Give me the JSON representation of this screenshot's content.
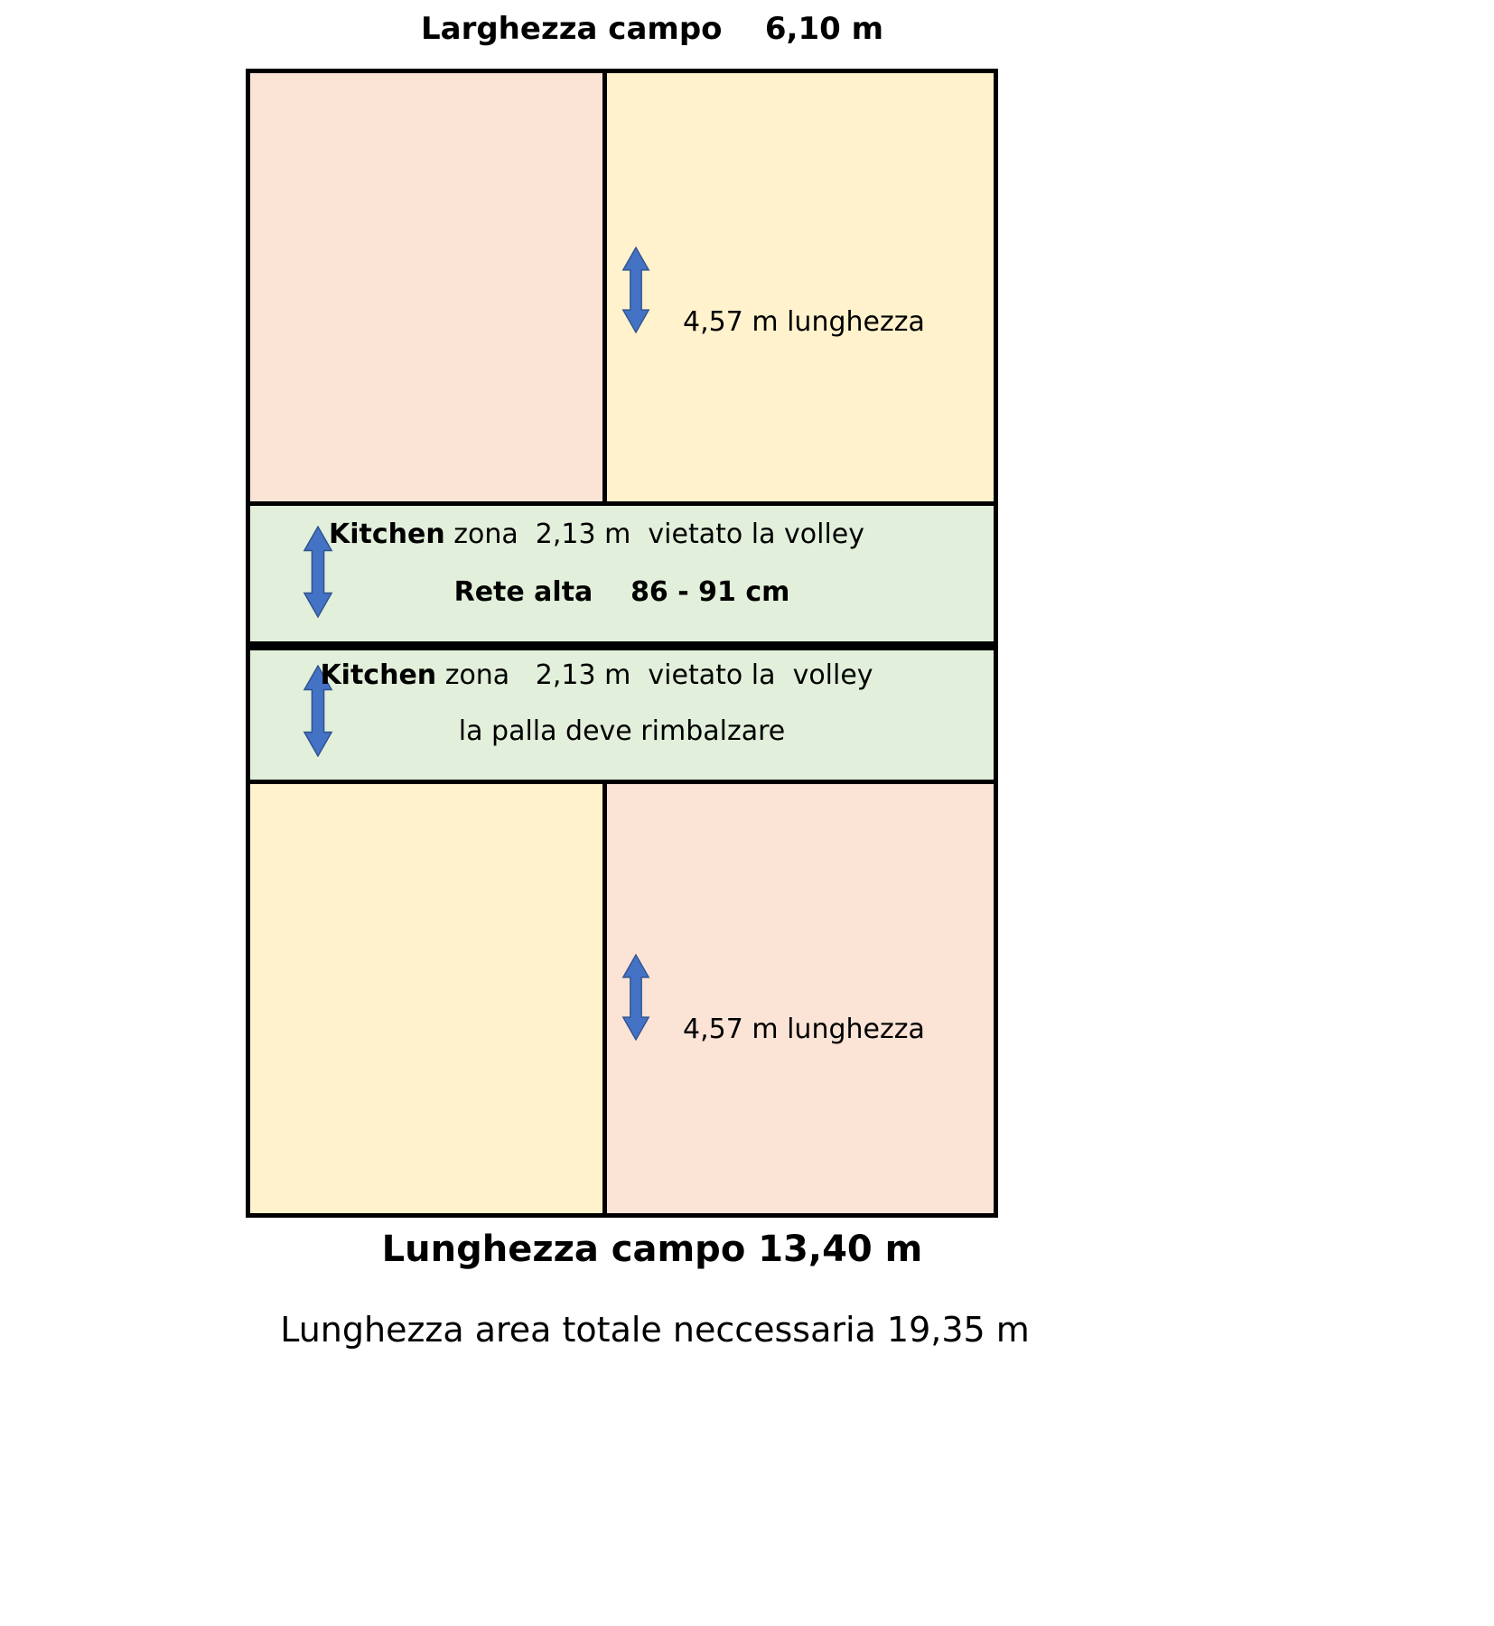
{
  "title": "Larghezza campo    6,10 m",
  "court": {
    "top_right_label": "4,57 m lunghezza",
    "bottom_right_label": "4,57 m lunghezza",
    "kitchen_top": {
      "label_bold": "Kitchen",
      "label_rest": " zona  2,13 m  vietato la volley",
      "line2": "Rete alta    86 - 91 cm"
    },
    "kitchen_bottom": {
      "label_bold": "Kitchen",
      "label_rest": " zona   2,13 m  vietato la  volley",
      "line2": "la palla deve rimbalzare"
    }
  },
  "footer": {
    "campo_length": "Lunghezza campo 13,40 m",
    "total_area": "Lunghezza area totale neccessaria 19,35 m"
  },
  "colors": {
    "pink": "#fbe3d6",
    "yellow": "#fff2cc",
    "green": "#e2efda",
    "arrow_fill": "#4472c4",
    "arrow_stroke": "#2f528f",
    "border": "#000000"
  }
}
